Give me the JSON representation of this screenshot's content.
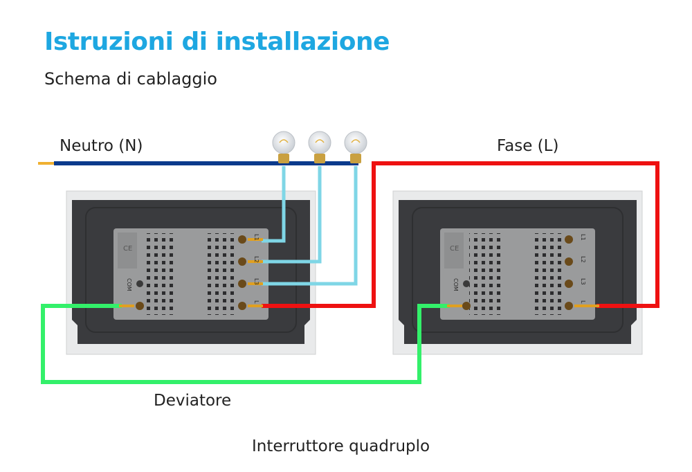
{
  "header": {
    "title": "Istruzioni di installazione",
    "subtitle": "Schema di cablaggio"
  },
  "labels": {
    "neutral": "Neutro (N)",
    "phase": "Fase (L)",
    "traveler": "Deviatore",
    "caption": "Interruttore quadruplo"
  },
  "terminals": [
    "L1",
    "L2",
    "L3",
    "L",
    "L",
    "COM"
  ],
  "colors": {
    "title": "#1ea7e1",
    "neutral_wire": "#0a3a8c",
    "phase_wire": "#ee1111",
    "load_wire": "#7fd6e6",
    "traveler_wire": "#33f06a",
    "panel": "#3a3b3e",
    "module": "#9a9b9c"
  }
}
